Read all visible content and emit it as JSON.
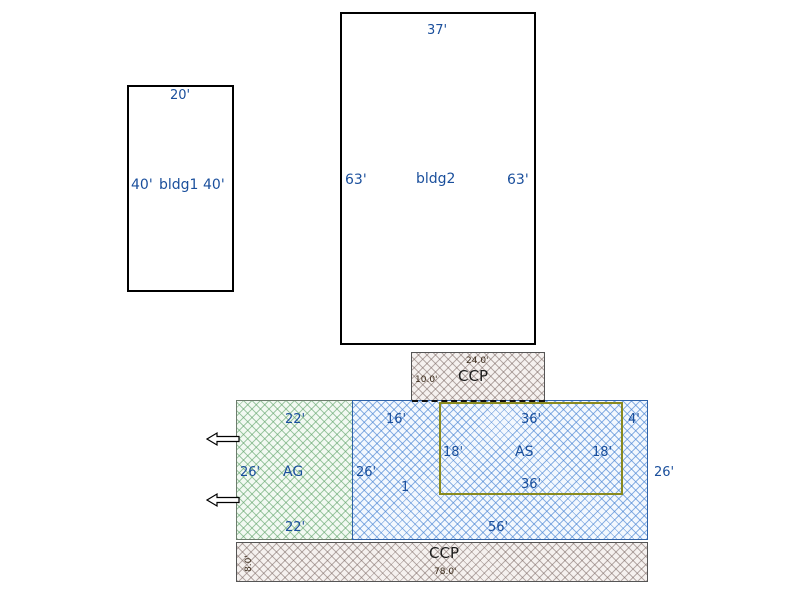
{
  "drawing": {
    "buildings": [
      {
        "name": "bldg1",
        "label": "bldg1",
        "top_dim": "20'",
        "left_dim": "40'",
        "right_dim": "40'"
      },
      {
        "name": "bldg2",
        "label": "bldg2",
        "top_dim": "37'",
        "left_dim": "63'",
        "right_dim": "63'"
      }
    ],
    "top_ccp": {
      "label": "CCP",
      "top_dim": "24.0'",
      "left_dim": "10.0'"
    },
    "bottom_ccp": {
      "label": "CCP",
      "bottom_dim": "78.0'",
      "left_dim": "8.0'"
    },
    "ag_region": {
      "label": "AG",
      "top_dim": "22'",
      "bottom_dim": "22'",
      "left_dim": "26'"
    },
    "blue_region": {
      "label": "1",
      "top_dim": "16'",
      "top_right_dim": "4'",
      "left_dim": "26'",
      "right_dim": "26'",
      "bottom_dim": "56'"
    },
    "as_region": {
      "label": "AS",
      "top_dim": "36'",
      "bottom_dim": "36'",
      "left_dim": "18'",
      "right_dim": "18'"
    },
    "arrows": [
      {
        "name": "access-arrow-top",
        "direction": "left"
      },
      {
        "name": "access-arrow-bottom",
        "direction": "left"
      }
    ],
    "colors": {
      "dimension_text": "#1a4f9c",
      "building_outline": "#000000",
      "ag_hatch": "#5aa064",
      "blue_hatch": "#4682d2",
      "as_outline": "#8a8a1e",
      "ccp_hatch": "#78645f"
    }
  }
}
